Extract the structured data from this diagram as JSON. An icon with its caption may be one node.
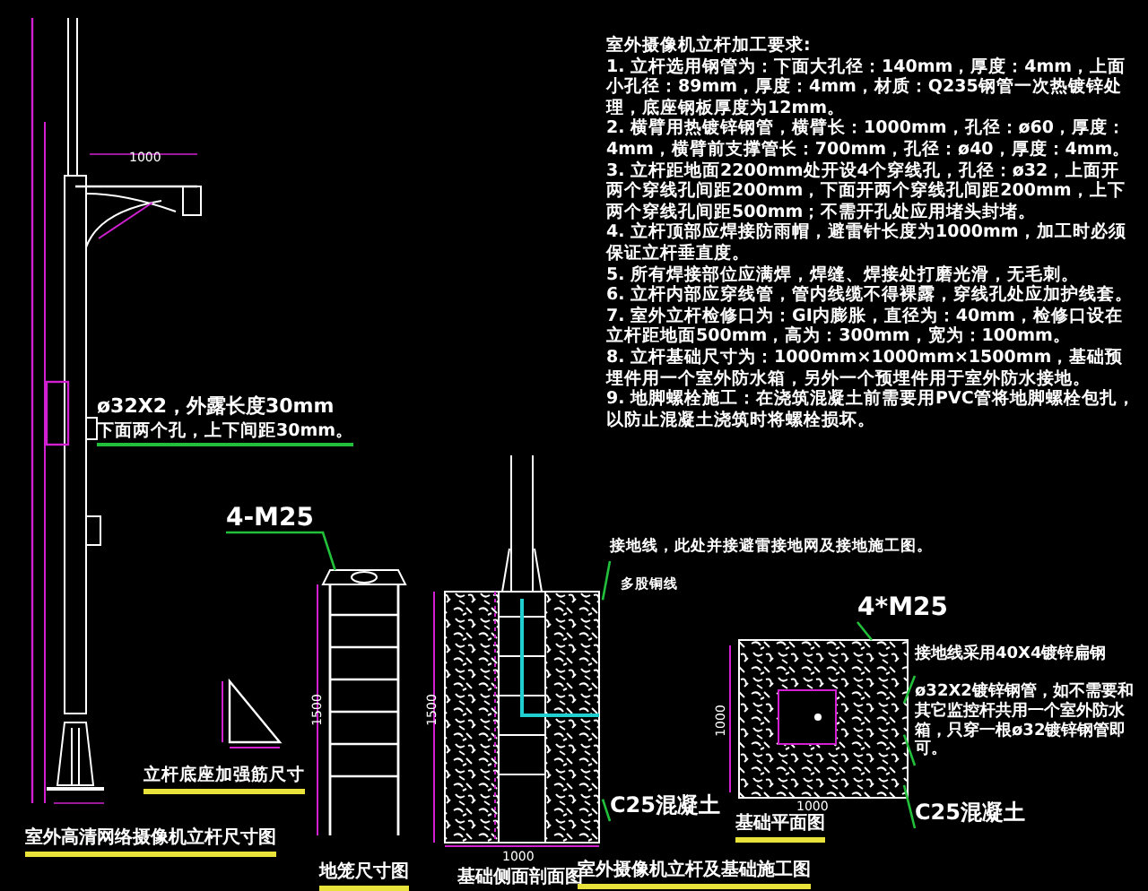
{
  "diagram": {
    "caption": "室外摄像机立杆及基础施工图",
    "nodes": [
      {
        "text": [],
        "shape": "picture",
        "beside": [
          "室外高清网络摄像机立杆尺寸图"
        ]
      },
      {
        "text": [],
        "shape": "picture"
      },
      {
        "text": [],
        "shape": "picture",
        "beside": [
          "地笼尺寸图",
          "1500"
        ]
      },
      {
        "text": [],
        "shape": "picture",
        "beside": [
          "基础侧面剖面图",
          "1500",
          "1000"
        ]
      },
      {
        "text": [],
        "shape": "picture",
        "beside": [
          "基础平面图",
          "1000",
          "1000"
        ]
      },
      {
        "text": [
          "4-M25"
        ]
      },
      {
        "text": [
          "接地线，此处并接避雷接地网及接地施工图。"
        ]
      },
      {
        "text": [
          "C25混凝土"
        ]
      },
      {
        "text": [
          "4*M25"
        ]
      },
      {
        "text": [
          "接地线采用40X4镀锌扁钢"
        ]
      },
      {
        "text": [
          "ø32X2镀锌钢管，如不需要和其它监控杆共用一个室外防水箱，只穿一根ø32镀锌钢管即可。"
        ]
      },
      {
        "text": [
          "C25混凝土"
        ]
      }
    ],
    "edges": [
      {
        "from": 5,
        "to": 2,
        "arrow": "none"
      },
      {
        "from": 6,
        "to": 3,
        "arrow": "none"
      },
      {
        "from": 7,
        "to": 3,
        "arrow": "none"
      },
      {
        "from": 8,
        "to": 4,
        "arrow": "none"
      },
      {
        "from": 9,
        "to": 4,
        "arrow": "none"
      },
      {
        "from": 10,
        "to": 4,
        "arrow": "none"
      },
      {
        "from": 11,
        "to": 4,
        "arrow": "none"
      }
    ],
    "labels": [
      "室外摄像机立杆加工要求:",
      "1. 立杆选用钢管为：下面大孔径：140mm，厚度：4mm，上面小孔径：89mm，厚度：4mm，材质：Q235钢管一次热镀锌处理，底座钢板厚度为12mm。",
      "2. 横臂用热镀锌钢管，横臂长：1000mm，孔径：ø60，厚度：4mm，横臂前支撑管长：700mm，孔径：ø40，厚度：4mm。",
      "3. 立杆距地面2200mm处开设4个穿线孔，孔径：ø32，上面开两个穿线孔间距200mm，下面开两个穿线孔间距200mm，上下两个穿线孔间距500mm；不需开孔处应用堵头封堵。",
      "4. 立杆顶部应焊接防雨帽，避雷针长度为1000mm，加工时必须保证立杆垂直度。",
      "5. 所有焊接部位应满焊，焊缝、焊接处打磨光滑，无毛刺。",
      "6. 立杆内部应穿线管，管内线缆不得裸露，穿线孔处应加护线套。",
      "7. 室外立杆检修口为：GI内膨胀，直径为：40mm，检修口设在立杆距地面500mm，高为：300mm，宽为：100mm。",
      "8. 立杆基础尺寸为：1000mm×1000mm×1500mm，基础预埋件用一个室外防水箱，另外一个预埋件用于室外防水接地。",
      "9. 地脚螺栓施工：在浇筑混凝土前需要用PVC管将地脚螺栓包扎，以防止混凝土浇筑时将螺栓损坏。",
      "ø32X2，外露长度30mm",
      "下面两个孔，上下间距30mm。",
      "多股铜线",
      "1000",
      "立杆底座加强筋尺寸"
    ]
  }
}
